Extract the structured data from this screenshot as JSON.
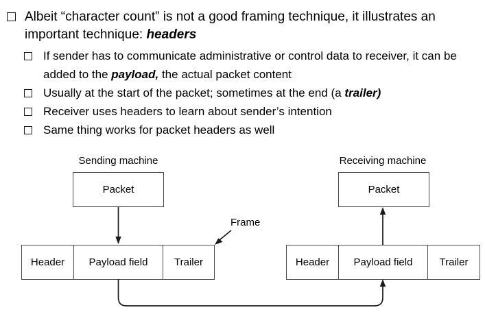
{
  "slide": {
    "bullets": {
      "main": {
        "parts": [
          {
            "text": "Albeit “character count” is not a good framing technique, it illustrates an important technique: "
          },
          {
            "text": "headers",
            "emphasis": true
          }
        ]
      },
      "sub": [
        {
          "parts": [
            {
              "text": "If sender has to communicate administrative or control data to receiver, it can be added to the "
            },
            {
              "text": "payload,",
              "emphasis": true
            },
            {
              "text": " the actual packet content"
            }
          ]
        },
        {
          "parts": [
            {
              "text": "Usually at the start of the packet; sometimes at the end (a "
            },
            {
              "text": "trailer)",
              "emphasis": true
            }
          ]
        },
        {
          "parts": [
            {
              "text": "Receiver uses headers to learn about sender’s intention"
            }
          ]
        },
        {
          "parts": [
            {
              "text": "Same thing works for packet headers as well"
            }
          ]
        }
      ]
    },
    "diagram": {
      "sender": {
        "label": "Sending machine",
        "packet": "Packet",
        "cells": [
          "Header",
          "Payload field",
          "Trailer"
        ]
      },
      "receiver": {
        "label": "Receiving machine",
        "packet": "Packet",
        "cells": [
          "Header",
          "Payload field",
          "Trailer"
        ]
      },
      "frame_label": "Frame"
    },
    "colors": {
      "background": "#ffffff",
      "text": "#000000",
      "box_border": "#4a4a4a",
      "arrow": "#1a1a1a"
    }
  }
}
